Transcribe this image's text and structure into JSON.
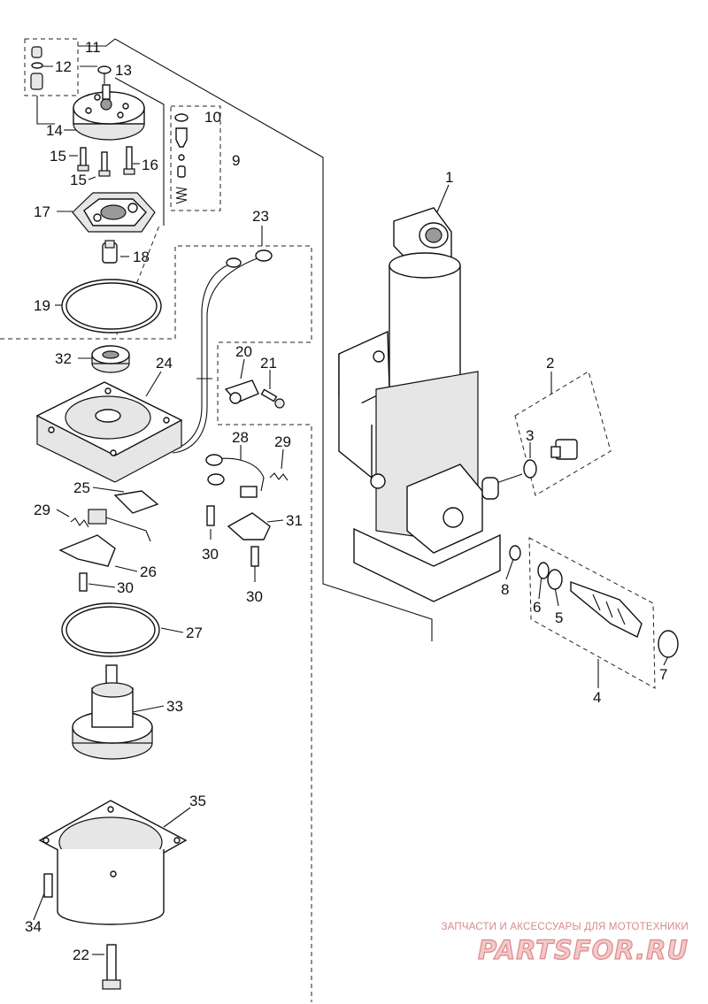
{
  "callouts": {
    "c1": "1",
    "c2": "2",
    "c3": "3",
    "c4": "4",
    "c5": "5",
    "c6": "6",
    "c7": "7",
    "c8": "8",
    "c9": "9",
    "c10": "10",
    "c11": "11",
    "c12": "12",
    "c13": "13",
    "c14": "14",
    "c15a": "15",
    "c15b": "15",
    "c16": "16",
    "c17": "17",
    "c18": "18",
    "c19": "19",
    "c20": "20",
    "c21": "21",
    "c22": "22",
    "c23": "23",
    "c24": "24",
    "c25": "25",
    "c26": "26",
    "c27": "27",
    "c28": "28",
    "c29a": "29",
    "c29b": "29",
    "c30a": "30",
    "c30b": "30",
    "c30c": "30",
    "c31": "31",
    "c32": "32",
    "c33": "33",
    "c34": "34",
    "c35": "35"
  },
  "watermark": {
    "tagline": "ЗАПЧАСТИ И АКСЕССУАРЫ ДЛЯ МОТОТЕХНИКИ",
    "brand": "PARTSFOR.RU"
  },
  "colors": {
    "line": "#111111",
    "watermark": "#dd8888"
  }
}
